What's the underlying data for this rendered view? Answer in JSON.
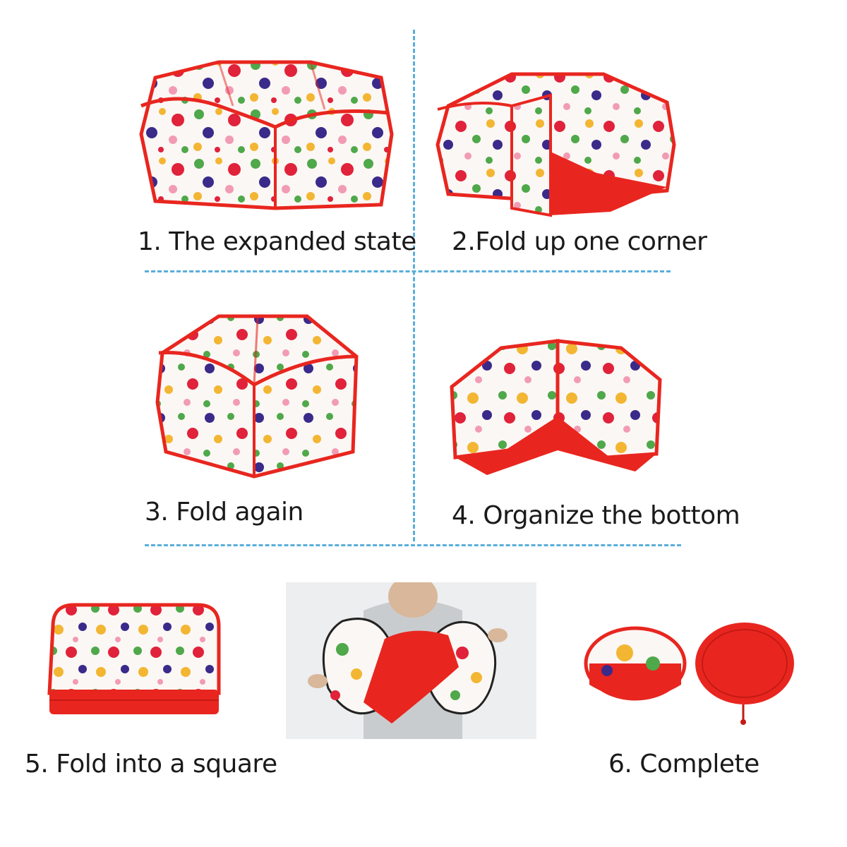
{
  "steps": [
    {
      "label": "1. The expanded state"
    },
    {
      "label": "2.Fold up one corner"
    },
    {
      "label": "3. Fold again"
    },
    {
      "label": "4. Organize the bottom"
    },
    {
      "label": "5. Fold into a square"
    },
    {
      "label": "6. Complete"
    }
  ],
  "colors": {
    "fabric_red": "#e8261f",
    "fabric_white": "#fbf7f4",
    "dot_red": "#e0223a",
    "dot_green": "#4fa84a",
    "dot_navy": "#3a2a8a",
    "dot_yellow": "#f3b633",
    "dot_pink": "#f29bb4",
    "divider": "#5aaed9"
  }
}
